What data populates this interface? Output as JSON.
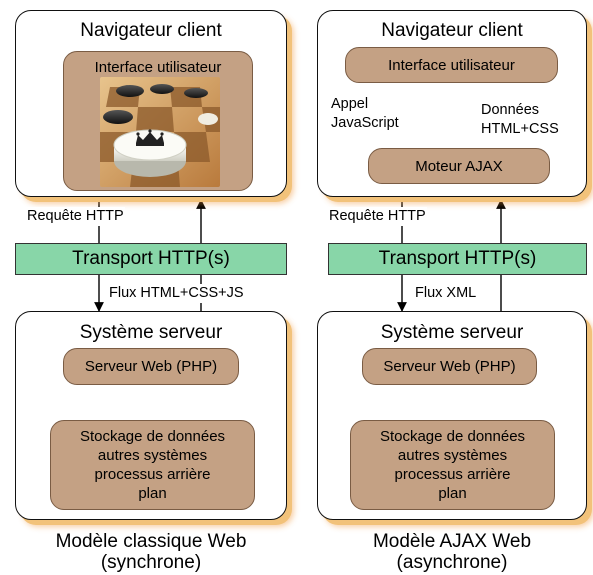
{
  "left": {
    "client_title": "Navigateur client",
    "ui_label": "Interface utilisateur",
    "request_label": "Requête HTTP",
    "transport_label": "Transport HTTP(s)",
    "flux_label": "Flux HTML+CSS+JS",
    "server_title": "Système serveur",
    "web_server_label": "Serveur Web (PHP)",
    "storage_label": "Stockage de données\nautres systèmes\nprocessus arrière\nplan",
    "caption": "Modèle classique Web\n(synchrone)"
  },
  "right": {
    "client_title": "Navigateur client",
    "ui_label": "Interface utilisateur",
    "call_label": "Appel\nJavaScript",
    "data_label": "Données\nHTML+CSS",
    "engine_label": "Moteur AJAX",
    "request_label": "Requête HTTP",
    "transport_label": "Transport HTTP(s)",
    "flux_label": "Flux XML",
    "server_title": "Système serveur",
    "web_server_label": "Serveur Web (PHP)",
    "storage_label": "Stockage de données\nautres systèmes\nprocessus arrière\nplan",
    "caption": "Modèle AJAX Web\n(asynchrone)"
  },
  "colors": {
    "pill": "#c4a184",
    "transport": "#88d6a8",
    "shadow": "#f2c27a"
  },
  "icons": {
    "ui_illustration": "checkers-board-with-crowned-king-piece"
  }
}
